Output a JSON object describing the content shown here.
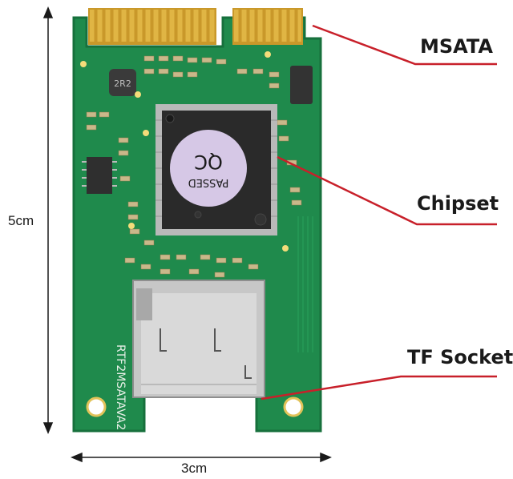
{
  "callouts": {
    "msata": "MSATA",
    "chipset": "Chipset",
    "tf_socket": "TF Socket"
  },
  "dimensions": {
    "height": "5cm",
    "width": "3cm"
  },
  "board": {
    "chip_marking": [
      "QC",
      "PASSED"
    ],
    "model_silkscreen": "RTF2MSATAVA2",
    "inductor_marking": "2R2"
  },
  "colors": {
    "pcb": "#1f8a4c",
    "pcb_edge": "#17703c",
    "gold": "#d4a634",
    "chip": "#2a2a2a",
    "sticker": "#d6c8e6",
    "callout_line": "#c8202a"
  }
}
